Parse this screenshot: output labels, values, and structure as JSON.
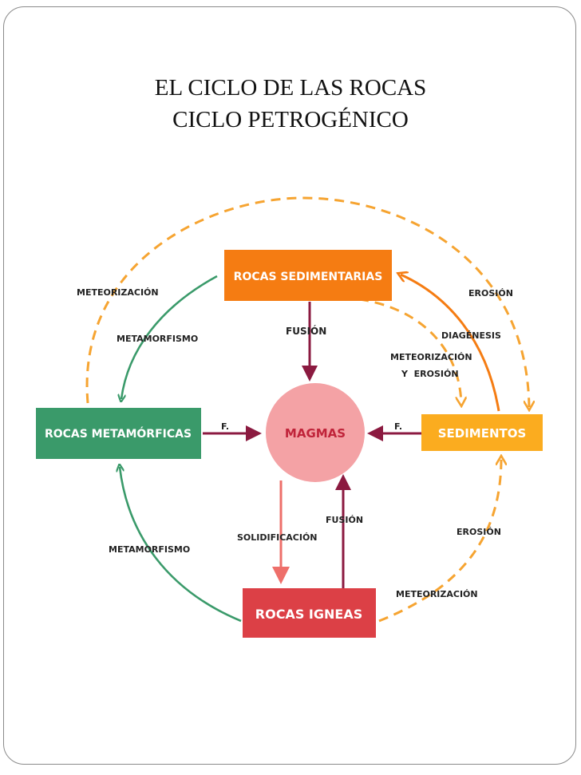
{
  "title": {
    "line1": "EL CICLO DE LAS ROCAS",
    "line2": "CICLO PETROGÉNICO"
  },
  "nodes": {
    "sedimentarias": "ROCAS SEDIMENTARIAS",
    "metamorficas": "ROCAS METAMÓRFICAS",
    "magmas": "MAGMAS",
    "sedimentos": "SEDIMENTOS",
    "igneas": "ROCAS IGNEAS"
  },
  "labels": {
    "meteorizacion_top_left": "METEORIZACIÓN",
    "metamorfismo_top": "METAMORFISMO",
    "fusion_top": "FUSIÓN",
    "erosion_top_right": "EROSIÓN",
    "diagenesis": "DIAGÉNESIS",
    "meteorizacion_mid": "METEORIZACIÓN",
    "y_erosion": "Y  EROSIÓN",
    "f_left": "F.",
    "f_right": "F.",
    "fusion_bottom": "FUSIÓN",
    "solidificacion": "SOLIDIFICACIÓN",
    "erosion_bottom_right": "EROSIÓN",
    "metamorfismo_bottom": "METAMORFISMO",
    "meteorizacion_bottom": "METEORIZACIÓN"
  },
  "colors": {
    "orange_dark": "#f57c12",
    "orange_light": "#fbac1f",
    "green": "#3a9a6a",
    "magma_pink": "#f4a2a5",
    "igneas_red": "#dc4046",
    "maroon": "#8b1a40",
    "dash_orange": "#f6a431",
    "text_magma": "#c0243a"
  }
}
